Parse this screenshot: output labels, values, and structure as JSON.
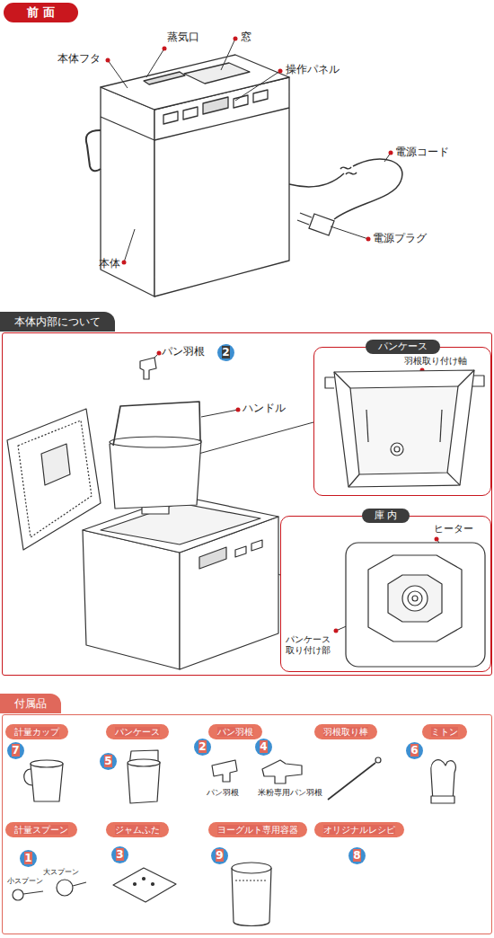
{
  "diagram": {
    "nodes": [
      {
        "text": [
          "前 面"
        ]
      },
      {
        "text": [
          "本体内部について"
        ]
      },
      {
        "text": [
          "2"
        ],
        "in": 1
      },
      {
        "text": [
          "パンケース"
        ],
        "in": 1
      },
      {
        "text": [
          "庫 内"
        ],
        "in": 1
      },
      {
        "text": [
          "付属品"
        ]
      },
      {
        "text": [
          "計量カップ"
        ],
        "in": 5
      },
      {
        "text": [
          "7"
        ],
        "in": 5
      },
      {
        "text": [
          "パンケース"
        ],
        "in": 5
      },
      {
        "text": [
          "5"
        ],
        "in": 5
      },
      {
        "text": [
          "パン羽根"
        ],
        "in": 5
      },
      {
        "text": [
          "2"
        ],
        "in": 5
      },
      {
        "text": [
          "4"
        ],
        "in": 5
      },
      {
        "text": [
          "羽根取り棒"
        ],
        "in": 5
      },
      {
        "text": [
          "ミトン"
        ],
        "in": 5
      },
      {
        "text": [
          "6"
        ],
        "in": 5
      },
      {
        "text": [
          "計量スプーン"
        ],
        "in": 5
      },
      {
        "text": [
          "1"
        ],
        "in": 5
      },
      {
        "text": [
          "ジャムふた"
        ],
        "in": 5
      },
      {
        "text": [
          "3"
        ],
        "in": 5
      },
      {
        "text": [
          "ヨーグルト専用容器"
        ],
        "in": 5
      },
      {
        "text": [
          "9"
        ],
        "in": 5
      },
      {
        "text": [
          "オリジナルレシピ"
        ],
        "in": 5
      },
      {
        "text": [
          "8"
        ],
        "in": 5
      }
    ],
    "labels": [
      "蒸気口",
      "窓",
      "本体フタ",
      "操作パネル",
      "電源コード",
      "電源プラグ",
      "本体",
      "パン羽根",
      "ハンドル",
      "羽根取り付け軸",
      "ヒーター",
      "パンケース 取り付け部",
      "パン羽根",
      "米粉専用パン羽根",
      "小スプーン",
      "大スプーン"
    ]
  }
}
